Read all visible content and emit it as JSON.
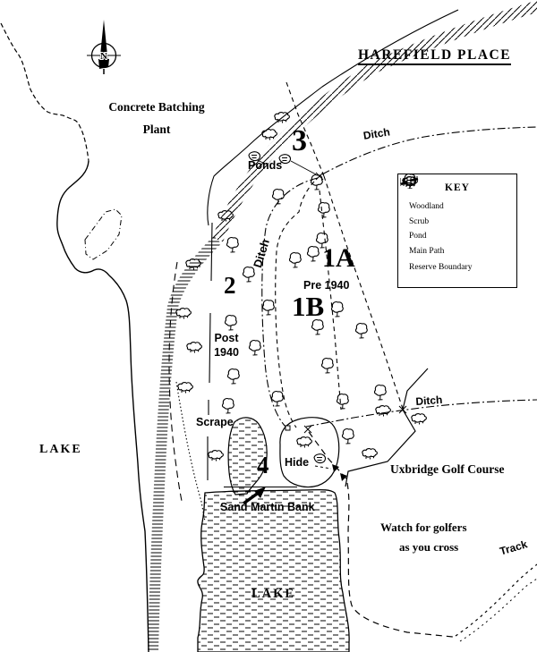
{
  "map": {
    "title": "HAREFIELD PLACE",
    "compass_n": "N",
    "place_labels": {
      "concrete_batching_line1": "Concrete Batching",
      "concrete_batching_line2": "Plant",
      "lake_west": "LAKE",
      "lake_south": "LAKE",
      "golf_course": "Uxbridge Golf Course",
      "golfers_warning_line1": "Watch for golfers",
      "golfers_warning_line2": "as you cross",
      "track": "Track"
    },
    "feature_labels": {
      "ponds": "Ponds",
      "ditch_north": "Ditch",
      "ditch_centre": "Ditch",
      "ditch_east": "Ditch",
      "scrape": "Scrape",
      "hide": "Hide",
      "sand_martin_bank": "Sand Martin Bank"
    },
    "zone_labels": {
      "zone_3": "3",
      "zone_2": "2",
      "zone_1a": "1A",
      "zone_1b": "1B",
      "zone_4": "4",
      "pre_1940": "Pre 1940",
      "post_1940": "Post 1940"
    }
  },
  "key": {
    "title": "KEY",
    "items": [
      {
        "icon": "woodland-icon",
        "label": "Woodland"
      },
      {
        "icon": "scrub-icon",
        "label": "Scrub"
      },
      {
        "icon": "pond-icon",
        "label": "Pond"
      },
      {
        "icon": "main-path-icon",
        "label": "Main Path"
      },
      {
        "icon": "reserve-boundary-icon",
        "label": "Reserve Boundary"
      }
    ]
  },
  "colors": {
    "ink": "#000000",
    "paper": "#ffffff"
  }
}
